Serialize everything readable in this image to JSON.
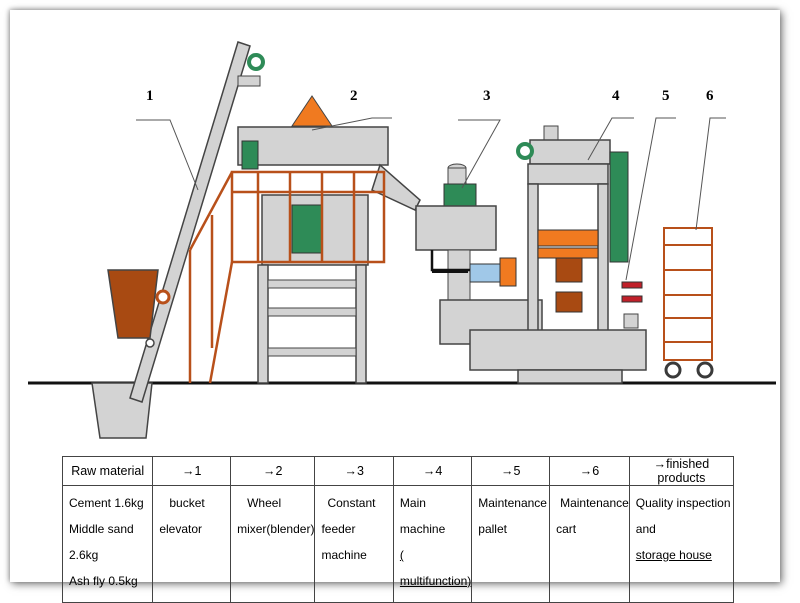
{
  "labels": [
    "1",
    "2",
    "3",
    "4",
    "5",
    "6"
  ],
  "colors": {
    "machine_gray": "#d3d3d3",
    "outline": "#555555",
    "frame_orange": "#b8501a",
    "hopper_orange": "#f07a20",
    "motor_green": "#2e8b57",
    "cart_wheel": "#3a3a3a"
  },
  "icons": [
    "pulley-icon",
    "wheel-icon"
  ],
  "table": {
    "headers": [
      "Raw material",
      "→1",
      "→2",
      "→3",
      "→4",
      "→5",
      "→6",
      "→finished products"
    ],
    "cells": {
      "raw": [
        "Cement 1.6kg",
        "Middle sand 2.6kg",
        "Ash fly   0.5kg"
      ],
      "c1": [
        "bucket",
        "elevator"
      ],
      "c2": [
        "Wheel",
        "mixer(blender)"
      ],
      "c3": [
        "Constant",
        "feeder machine"
      ],
      "c4": [
        "Main  machine",
        "( multifunction)"
      ],
      "c5": [
        "Maintenance",
        "pallet"
      ],
      "c6": [
        "Maintenance",
        "cart"
      ],
      "c7": [
        "Quality  inspection  and",
        "storage  house"
      ]
    }
  }
}
